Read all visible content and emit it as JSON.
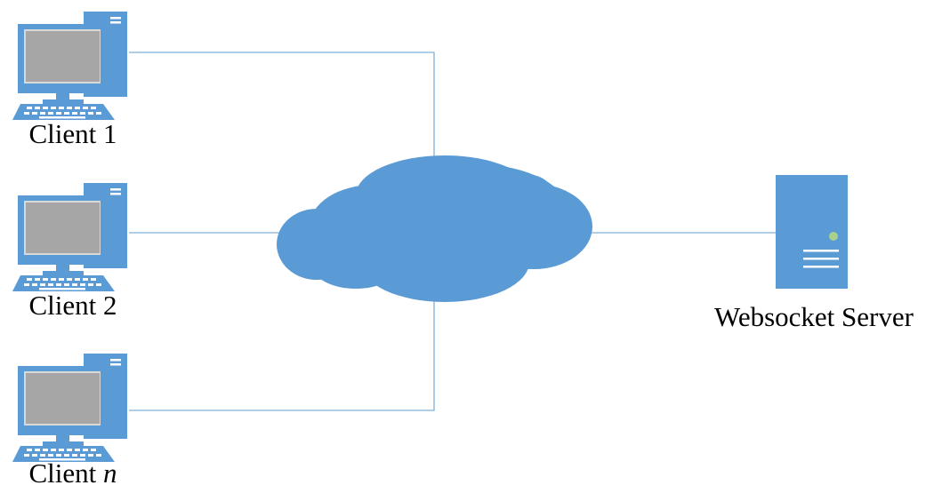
{
  "diagram": {
    "clients": [
      {
        "label": "Client 1",
        "label_suffix": ""
      },
      {
        "label": "Client 2",
        "label_suffix": ""
      },
      {
        "label": "Client ",
        "label_suffix": "n"
      }
    ],
    "server": {
      "label": "Websocket Server"
    },
    "network": {
      "icon": "cloud-icon"
    },
    "icons": {
      "client": "desktop-computer-icon",
      "server": "server-tower-icon"
    },
    "colors": {
      "accent": "#5b9bd5",
      "accent_dark": "#4a86c5",
      "screen": "#a6a6a6",
      "screen_border": "#d0d0d0",
      "line": "#7fb1d9",
      "led": "#a9d18e",
      "text": "#000000"
    }
  }
}
